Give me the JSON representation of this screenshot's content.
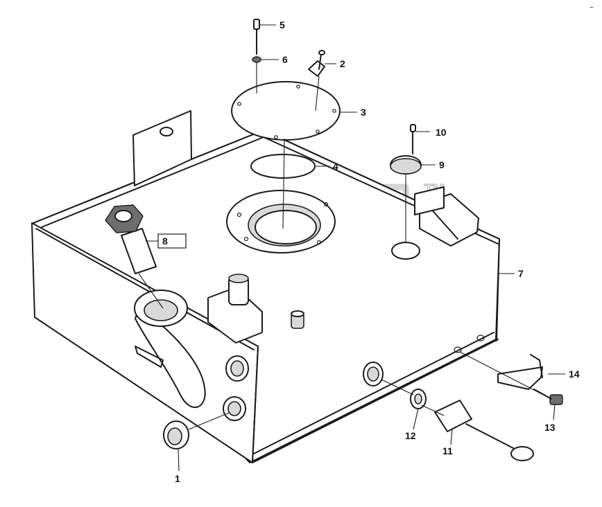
{
  "callouts": [
    {
      "id": "1",
      "text": "1"
    },
    {
      "id": "2",
      "text": "2"
    },
    {
      "id": "3",
      "text": "3"
    },
    {
      "id": "4",
      "text": "4"
    },
    {
      "id": "5",
      "text": "5"
    },
    {
      "id": "6",
      "text": "6"
    },
    {
      "id": "7",
      "text": "7"
    },
    {
      "id": "8",
      "text": "8"
    },
    {
      "id": "9",
      "text": "9"
    },
    {
      "id": "10",
      "text": "10"
    },
    {
      "id": "11",
      "text": "11"
    },
    {
      "id": "12",
      "text": "12"
    },
    {
      "id": "13",
      "text": "13"
    },
    {
      "id": "14",
      "text": "14"
    }
  ],
  "watermark": {
    "tm": "TM"
  },
  "corner_mark": "~",
  "colors": {
    "line": "#1a1a1a",
    "watermark": "#c8c8c8",
    "background": "#ffffff"
  }
}
